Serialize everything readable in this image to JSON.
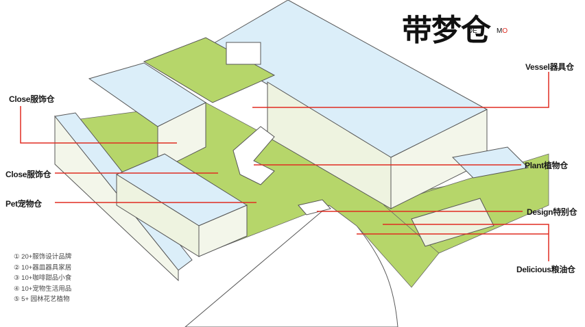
{
  "logo": {
    "main": "带梦仓",
    "de": "DE",
    "m": "M",
    "o": "O"
  },
  "labels": {
    "vessel": "Vessel器具仓",
    "close_top": "Close服饰仓",
    "close_mid": "Close服饰仓",
    "plant": "Plant植物仓",
    "pet": "Pet宠物仓",
    "design": "Design特别仓",
    "delicious": "Delicious粮油仓"
  },
  "legend": [
    "① 20+服饰设计品牌",
    "② 10+器皿器具家居",
    "③ 10+咖啡甜品小食",
    "④ 10+宠物生活用品",
    "⑤ 5+ 园林花艺植物"
  ],
  "colors": {
    "roof": "#dbeef9",
    "grass": "#b6d66a",
    "wall": "#f3f6ea",
    "leader": "#e02b20",
    "road": "#ffffff"
  }
}
